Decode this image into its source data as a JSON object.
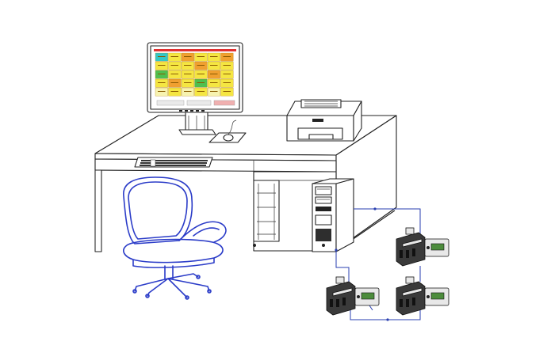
{
  "colors": {
    "outline": "#222222",
    "chair": "#2b3cc8",
    "wire": "#2a3fb0",
    "screen_header": "#e03030",
    "screen_cell_yellow": "#f5e642",
    "screen_cell_orange": "#f0a030",
    "screen_cell_green": "#4fbf4f",
    "screen_cell_teal": "#33c7c7",
    "screen_cell_light": "#f7f3b0"
  },
  "scene": {
    "monitor": {
      "screen_grid": {
        "rows": 5,
        "cols": 6
      }
    },
    "network": {
      "field_device_count": 3
    }
  },
  "icons": [
    "monitor-icon",
    "keyboard-icon",
    "mouse-icon",
    "printer-icon",
    "desk-icon",
    "office-chair-icon",
    "computer-tower-icon",
    "field-device-icon",
    "network-wire"
  ]
}
